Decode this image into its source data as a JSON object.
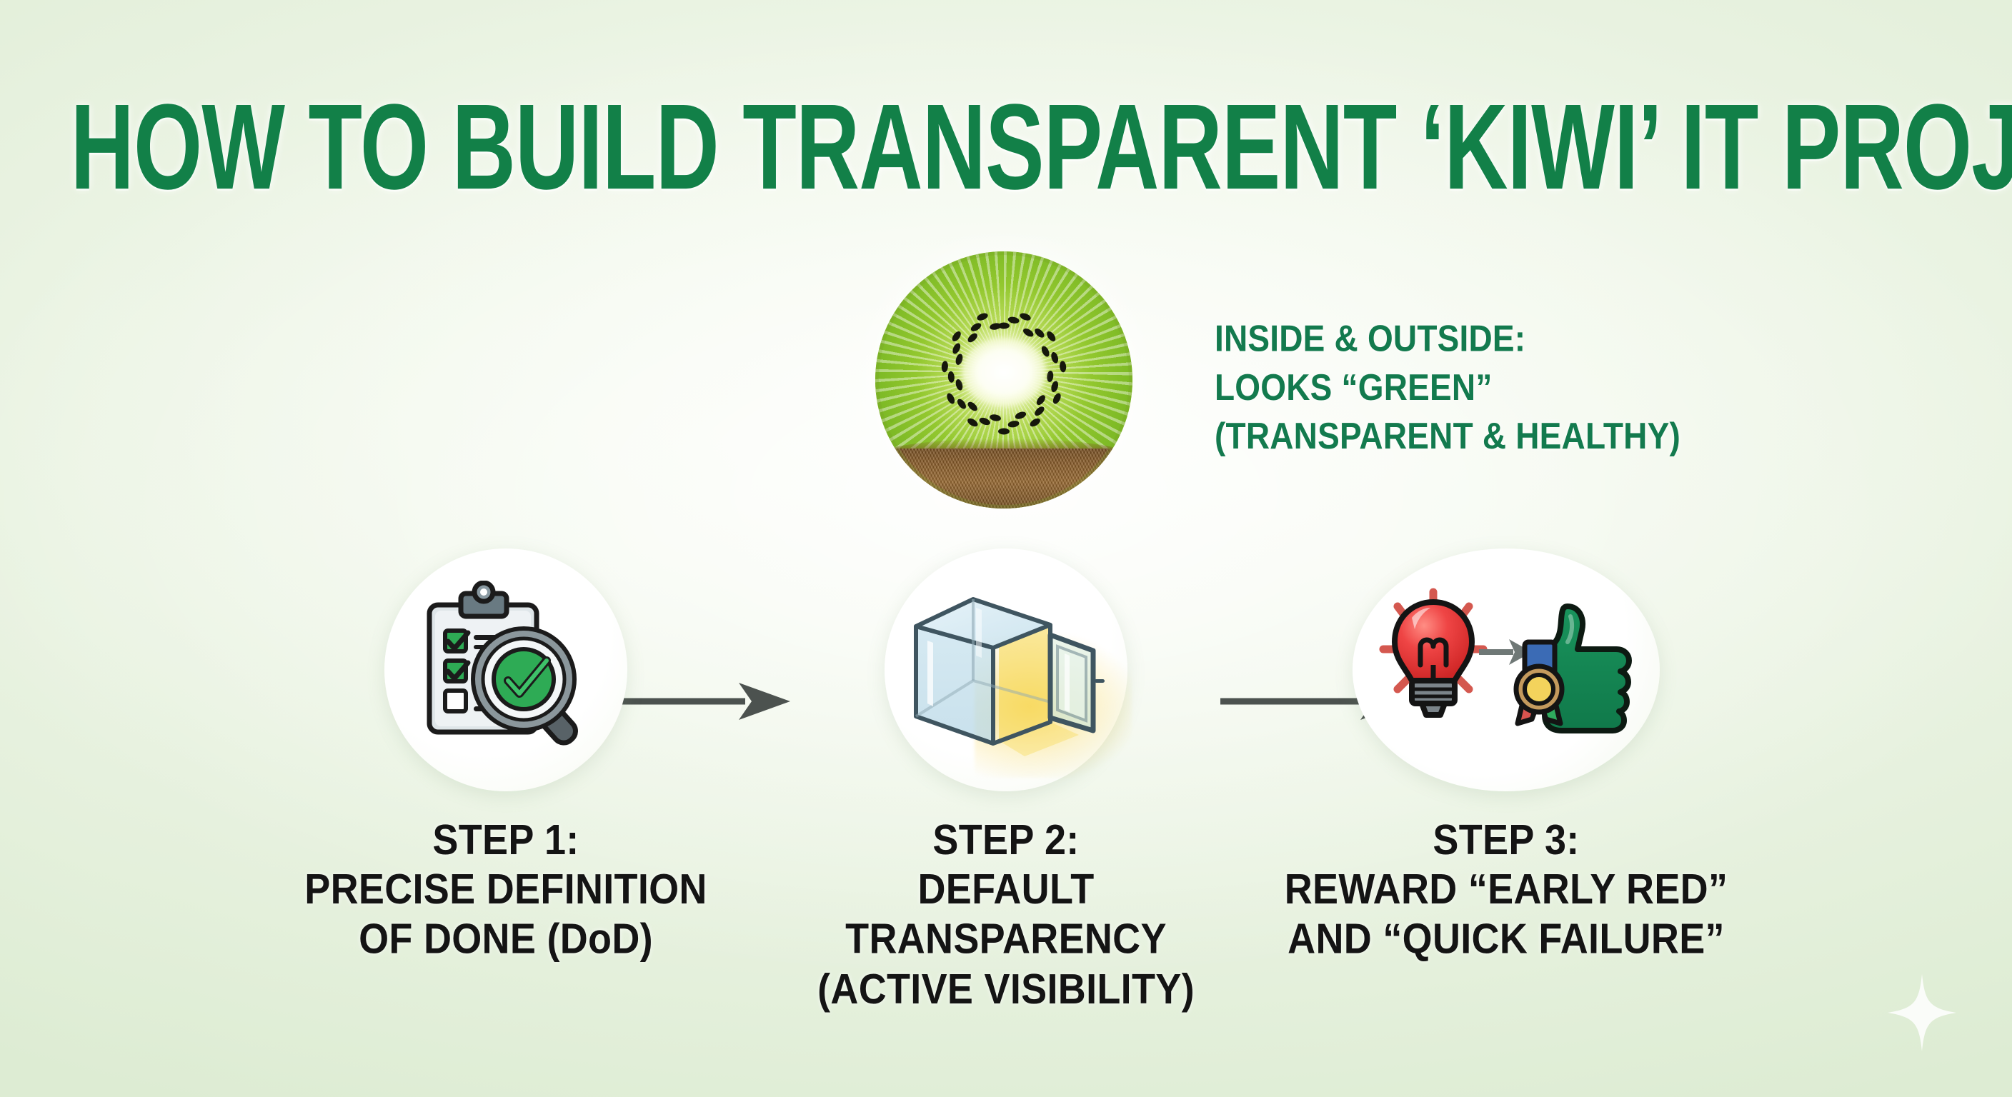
{
  "page": {
    "title": "HOW TO BUILD TRANSPARENT ‘KIWI’ IT PROJECTS?",
    "background_color": "#e4f0dd",
    "title_color": "#128048",
    "step_label_color": "#141414",
    "caption_color": "#137a4e",
    "arrow_color": "#4c524f"
  },
  "kiwi": {
    "icon_name": "kiwi-fruit-half",
    "flesh_color": "#8cc52f",
    "skin_color": "#8a5d2a",
    "core_color": "#ffffff",
    "seed_color": "#16170c",
    "caption_lines": [
      "INSIDE & OUTSIDE:",
      "LOOKS “GREEN”",
      "(TRANSPARENT & HEALTHY)"
    ]
  },
  "steps": [
    {
      "id": "step-1",
      "heading": "STEP 1:",
      "body_lines": [
        "PRECISE DEFINITION",
        "OF DONE (DoD)"
      ],
      "label": "STEP 1:\nPRECISE DEFINITION\nOF DONE (DoD)",
      "icon_name": "clipboard-checklist-magnifier-icon",
      "icon_parts": [
        "clipboard",
        "checkbox-checked",
        "checkbox-checked",
        "checkbox-empty",
        "magnifying-glass",
        "check-circle"
      ],
      "accent_color": "#2eab55"
    },
    {
      "id": "step-2",
      "heading": "STEP 2:",
      "body_lines": [
        "DEFAULT TRANSPARENCY",
        "(ACTIVE VISIBILITY)"
      ],
      "label": "STEP 2:\nDEFAULT TRANSPARENCY\n(ACTIVE VISIBILITY)",
      "icon_name": "transparent-glass-cube-open-door-icon",
      "icon_parts": [
        "glass-cube",
        "open-door-panel",
        "yellow-glow"
      ],
      "accent_color": "#a9cddd"
    },
    {
      "id": "step-3",
      "heading": "STEP 3:",
      "body_lines": [
        "REWARD “EARLY RED”",
        "AND “QUICK FAILURE”"
      ],
      "label": "STEP 3:\nREWARD “EARLY RED”\nAND “QUICK FAILURE”",
      "icon_name": "red-lightbulb-to-award-thumbsup-icon",
      "icon_parts": [
        "red-lightbulb",
        "rays",
        "small-arrow",
        "award-ribbon-medal",
        "green-thumbs-up"
      ],
      "accent_color": "#e23b3b"
    }
  ],
  "connectors": [
    {
      "name": "arrow-step1-to-step2",
      "direction": "right"
    },
    {
      "name": "arrow-step2-to-step3",
      "direction": "right"
    }
  ],
  "decor": {
    "sparkle_name": "sparkle-star",
    "sparkle_color": "#ffffff"
  }
}
